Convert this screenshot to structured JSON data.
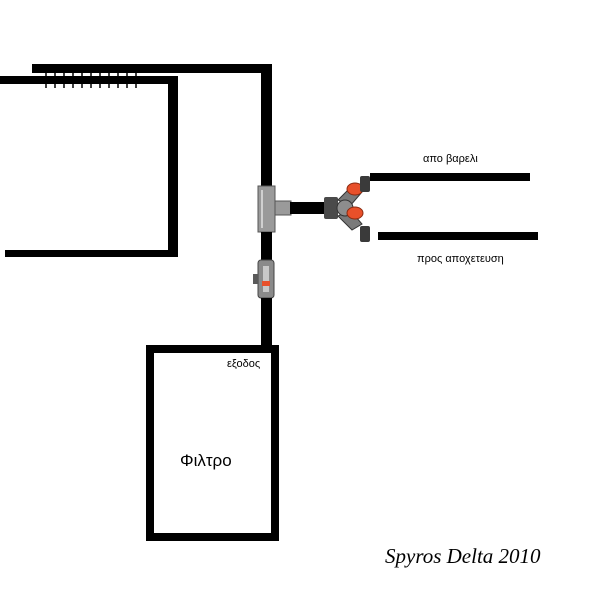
{
  "labels": {
    "barrel_in": "απο βαρελι",
    "drain_out": "προς αποχετευση",
    "filter_outlet": "εξοδος",
    "filter": "Φιλτρο"
  },
  "signature": "Spyros Delta 2010",
  "colors": {
    "pipe": "#000000",
    "fitting": "#9a9a9a",
    "valve_handle": "#e8502a",
    "connector": "#4a4a4a",
    "background": "#ffffff"
  }
}
